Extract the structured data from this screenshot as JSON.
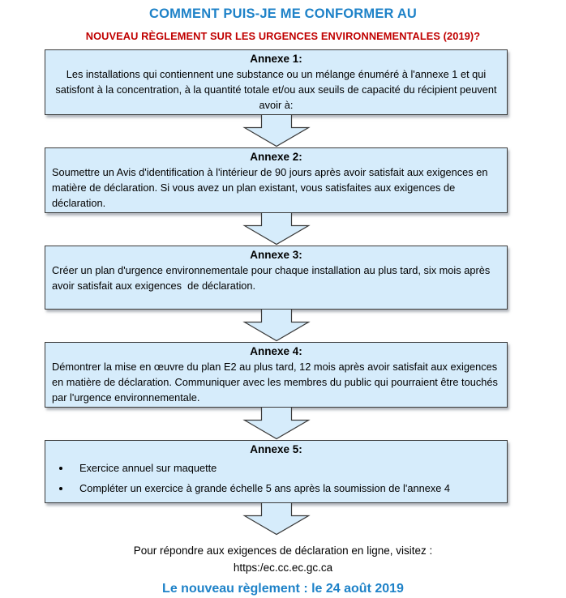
{
  "header": {
    "title": "COMMENT PUIS-JE ME CONFORMER AU",
    "subtitle": "NOUVEAU RÈGLEMENT SUR LES URGENCES ENVIRONNEMENTALES (2019)?"
  },
  "flowchart": {
    "connector": "down-block-arrow",
    "boxes": [
      {
        "header": "Annexe 1:",
        "body": "Les installations qui contiennent une substance ou un mélange énuméré à l'annexe 1 et qui satisfont à la concentration, à la quantité totale et/ou aux seuils de capacité du récipient peuvent avoir à:"
      },
      {
        "header": "Annexe 2:",
        "body": "Soumettre un Avis d'identification à l'intérieur de 90 jours après avoir satisfait aux exigences en matière de déclaration. Si vous avez un plan existant, vous satisfaites aux exigences de déclaration."
      },
      {
        "header": "Annexe 3:",
        "body": "Créer un plan d'urgence environnementale pour chaque installation au plus tard, six mois après avoir satisfait aux exigences  de déclaration."
      },
      {
        "header": "Annexe 4:",
        "body": "Démontrer la mise en œuvre du plan E2 au plus tard, 12 mois après avoir satisfait aux exigences en matière de déclaration. Communiquer avec les membres du public qui pourraient être touchés par l'urgence environnementale."
      },
      {
        "header": "Annexe 5:",
        "bullets": [
          "Exercice annuel sur maquette",
          "Compléter un exercice à grande échelle 5 ans après la soumission de l'annexe 4"
        ]
      }
    ]
  },
  "footer": {
    "visit_line": "Pour répondre aux exigences de déclaration en ligne, visitez :",
    "url": "https:/ec.cc.ec.gc.ca",
    "date_line": "Le nouveau règlement : le 24 août 2019"
  },
  "colors": {
    "accent_blue": "#1E82C8",
    "heading_red": "#C00000",
    "box_fill": "#D6ECFB",
    "box_border": "#3A3A3A"
  }
}
